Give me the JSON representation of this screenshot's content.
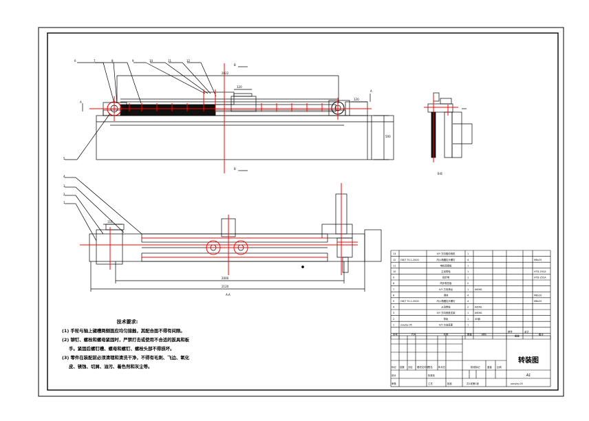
{
  "drawing": {
    "title": "转装图",
    "scale": "A1",
    "drawing_no": "zzxs/zy-05",
    "sheet_info": "共1张第1张"
  },
  "section_labels": {
    "side_view": "B-B",
    "bottom_view": "A-A",
    "cut_mark_b": "B",
    "cut_mark_a": "A"
  },
  "callouts": {
    "top": [
      "6",
      "7",
      "8",
      "9",
      "10",
      "11",
      "12"
    ],
    "top_left": "5",
    "bottom": [
      "4",
      "3",
      "2",
      "1"
    ]
  },
  "dimensions": {
    "top_main": "2022",
    "top_small_a": "120",
    "top_small_b": "120",
    "top_height": "500",
    "bottom_main": "2000",
    "bottom_overall": "2120",
    "bottom_small": "116"
  },
  "tech_requirements": {
    "title": "技术要求:",
    "items": [
      "(1) 手轮与轴上键槽两侧面应均匀接触，其配合面不得有间隙。",
      "(2) 铆钉、螺栓和螺母紧固时，严禁打击或使用不合适的扳具和板",
      "手。紧固后螺钉槽、螺母和螺钉、螺栓头部不得损坏。",
      "(3) 零件在装配前必须清理和清洗干净，不得有毛刺、飞边、氧化",
      "皮、锈蚀、切屑、油污、着色剂和灰尘等。"
    ]
  },
  "bom": {
    "rows": [
      {
        "no": "13",
        "std": "",
        "name": "X/Y 方向驱动电机",
        "qty": "1",
        "mat": "",
        "note": ""
      },
      {
        "no": "12",
        "std": "GB/T 70.1-2000",
        "name": "内六角圆柱头螺钉",
        "qty": "4",
        "mat": "",
        "note": "M8x25"
      },
      {
        "no": "11",
        "std": "",
        "name": "电机连接板",
        "qty": "1",
        "mat": "",
        "note": ""
      },
      {
        "no": "10",
        "std": "",
        "name": "主动带轮",
        "qty": "1",
        "mat": "",
        "note": "HTD-25CA"
      },
      {
        "no": "9",
        "std": "",
        "name": "同步带",
        "qty": "1",
        "mat": "",
        "note": "HTD-25CA"
      },
      {
        "no": "8",
        "std": "",
        "name": "同步带压板",
        "qty": "2",
        "mat": "",
        "note": ""
      },
      {
        "no": "7",
        "std": "",
        "name": "X/Y 方向滑台",
        "qty": "1",
        "mat": "A6061",
        "note": ""
      },
      {
        "no": "6",
        "std": "",
        "name": "滑块",
        "qty": "4",
        "mat": "",
        "note": "M8x20"
      },
      {
        "no": "5",
        "std": "GB/T 70.1-2000",
        "name": "内六角圆柱头螺钉",
        "qty": "4",
        "mat": "",
        "note": "M8x25"
      },
      {
        "no": "4",
        "std": "",
        "name": "从动带轮",
        "qty": "2",
        "mat": "A6061",
        "note": ""
      },
      {
        "no": "3",
        "std": "",
        "name": "X/Y 方向底座支架",
        "qty": "1",
        "mat": "A6061",
        "note": ""
      },
      {
        "no": "2",
        "std": "",
        "name": "导轨",
        "qty": "1",
        "mat": "45钢",
        "note": ""
      },
      {
        "no": "1",
        "std": "zzxj/zy-05",
        "name": "X/Y 方向底座",
        "qty": "1",
        "mat": "",
        "note": ""
      }
    ],
    "header": {
      "no": "序号",
      "std": "代号",
      "name": "名称",
      "qty": "数量",
      "mat": "材料",
      "single": "单件",
      "total": "总计",
      "weight": "重量",
      "note": "备注"
    },
    "title_block_labels": {
      "mark": "标记",
      "count": "处数",
      "zone": "分区",
      "change_no": "更改文件号",
      "sign": "签名",
      "date": "年月日",
      "design": "设计",
      "standardize": "标准化",
      "stage_mark": "阶段标记",
      "weight": "重量",
      "ratio": "比例",
      "audit": "审核",
      "process": "工艺",
      "approve": "批准"
    }
  },
  "colors": {
    "line": "#000000",
    "center_line": "#ff0000",
    "belt_fill": "#111111"
  }
}
